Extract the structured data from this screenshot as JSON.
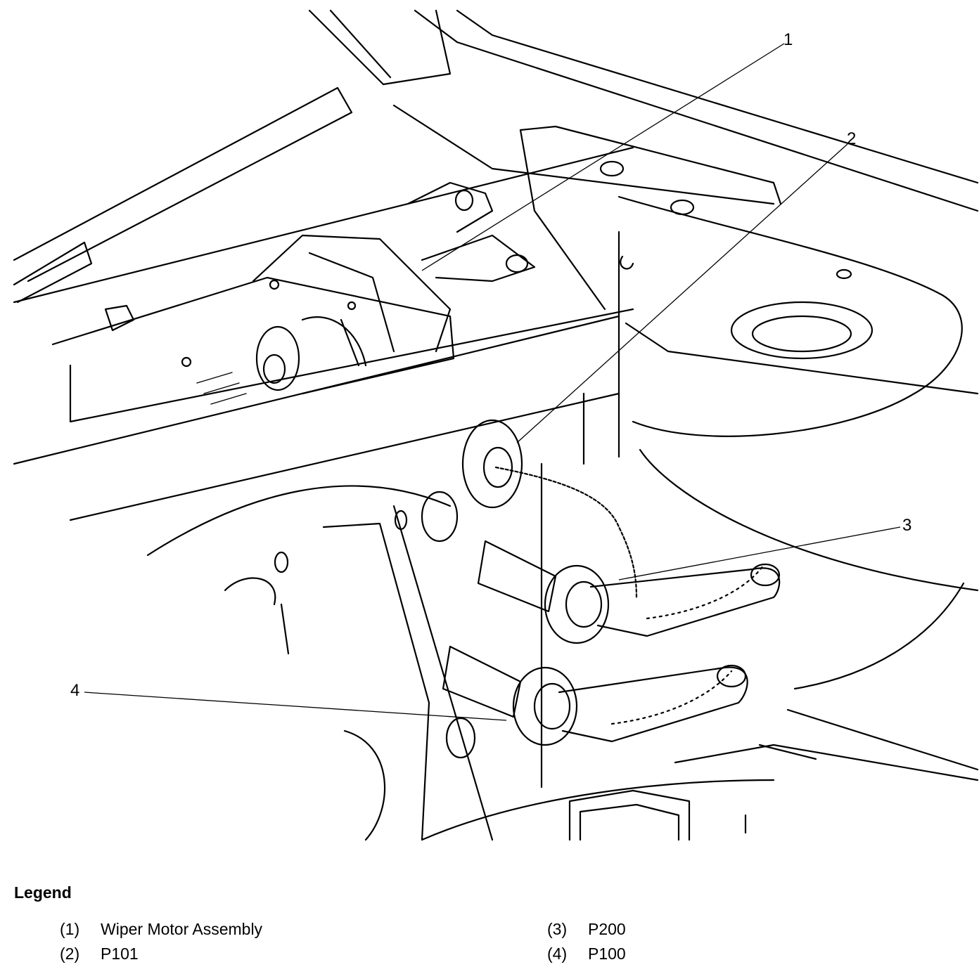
{
  "callouts": [
    {
      "number": "1"
    },
    {
      "number": "2"
    },
    {
      "number": "3"
    },
    {
      "number": "4"
    }
  ],
  "legend": {
    "title": "Legend",
    "items": [
      {
        "number": "(1)",
        "label": "Wiper Motor Assembly"
      },
      {
        "number": "(2)",
        "label": "P101"
      },
      {
        "number": "(3)",
        "label": "P200"
      },
      {
        "number": "(4)",
        "label": "P100"
      }
    ]
  }
}
